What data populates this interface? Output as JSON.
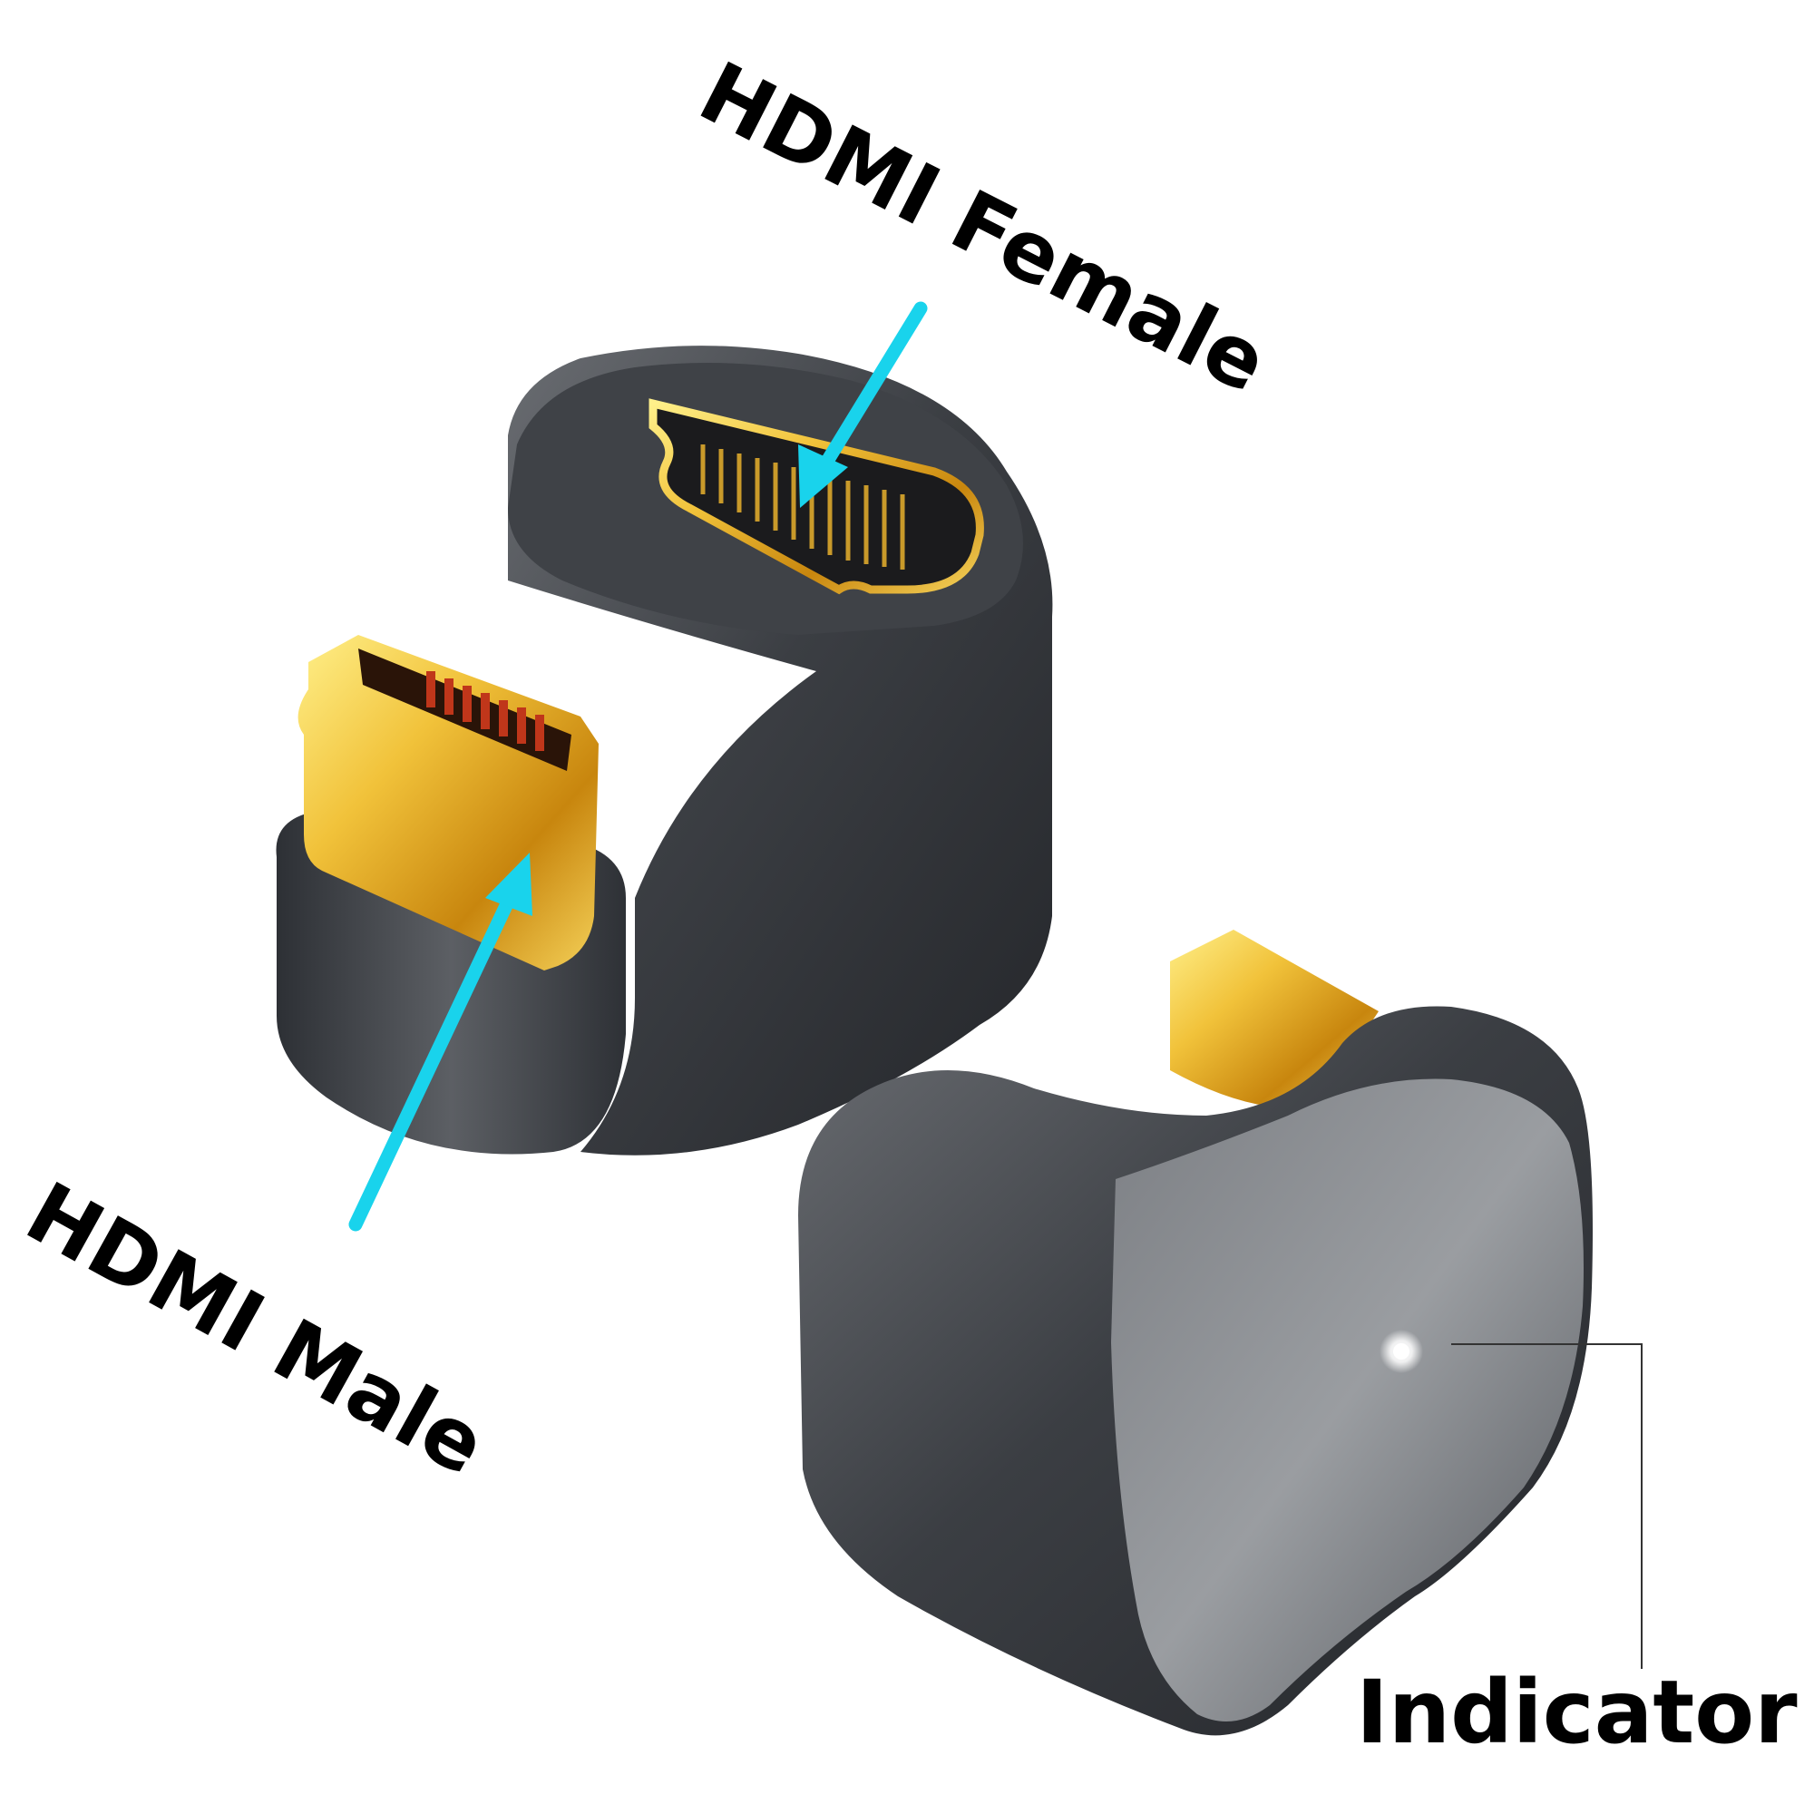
{
  "labels": {
    "female": "HDMI Female",
    "male": "HDMI Male",
    "indicator": "Indicator"
  },
  "colors": {
    "arrow": "#19d3ec",
    "body": "#4a4d52",
    "gold": "#e8b32a",
    "leader_line": "#333333"
  },
  "icons": {
    "female_arrow": "arrow-icon",
    "male_arrow": "arrow-icon",
    "indicator_light": "led-icon"
  }
}
